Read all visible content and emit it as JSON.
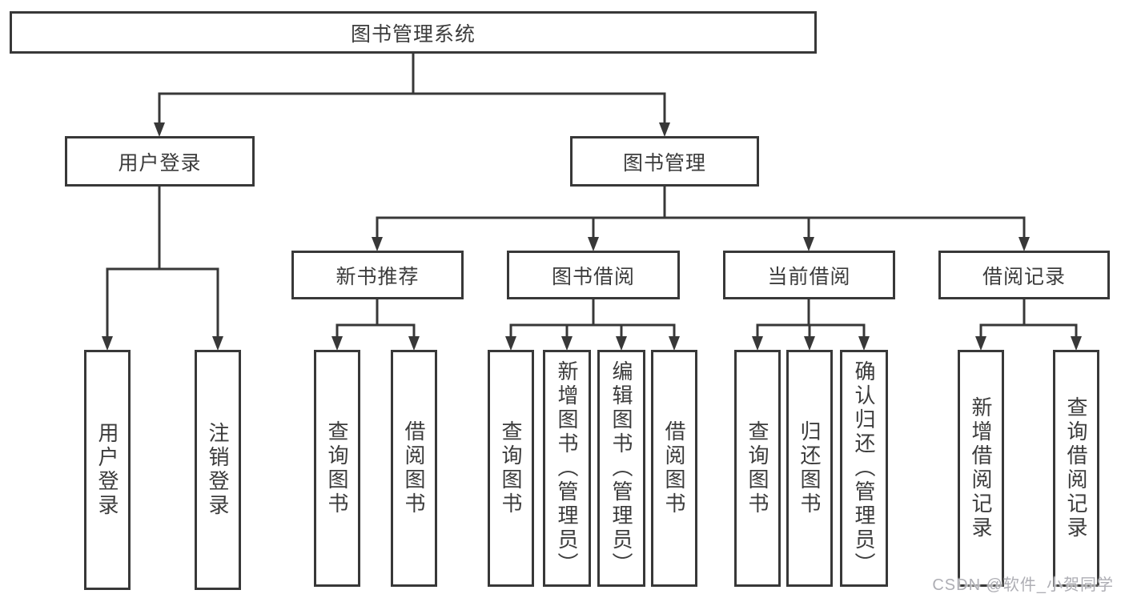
{
  "watermark": {
    "text": "CSDN @软件_小贺同学"
  },
  "colors": {
    "line": "#383838",
    "box_border": "#383838",
    "text": "#3c3c3c",
    "background": "#ffffff",
    "watermark": "#aeaeb4"
  },
  "tree": {
    "label": "图书管理系统",
    "children": [
      {
        "label": "用户登录",
        "children": [
          {
            "label": "用户登录"
          },
          {
            "label": "注销登录"
          }
        ]
      },
      {
        "label": "图书管理",
        "children": [
          {
            "label": "新书推荐",
            "children": [
              {
                "label": "查询图书"
              },
              {
                "label": "借阅图书"
              }
            ]
          },
          {
            "label": "图书借阅",
            "children": [
              {
                "label": "查询图书"
              },
              {
                "label": "新增图书（管理员）"
              },
              {
                "label": "编辑图书（管理员）"
              },
              {
                "label": "借阅图书"
              }
            ]
          },
          {
            "label": "当前借阅",
            "children": [
              {
                "label": "查询图书"
              },
              {
                "label": "归还图书"
              },
              {
                "label": "确认归还（管理员）"
              }
            ]
          },
          {
            "label": "借阅记录",
            "children": [
              {
                "label": "新增借阅记录"
              },
              {
                "label": "查询借阅记录"
              }
            ]
          }
        ]
      }
    ]
  }
}
